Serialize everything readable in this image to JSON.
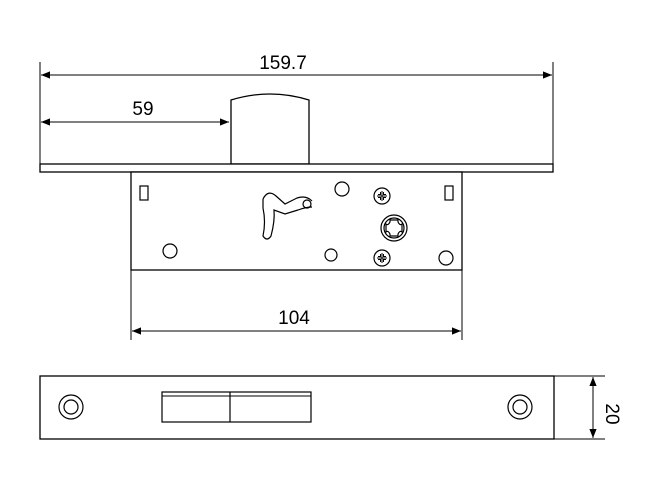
{
  "dimensions": {
    "overall_length": "159.7",
    "backset": "59",
    "case_length": "104",
    "faceplate_width": "20"
  }
}
